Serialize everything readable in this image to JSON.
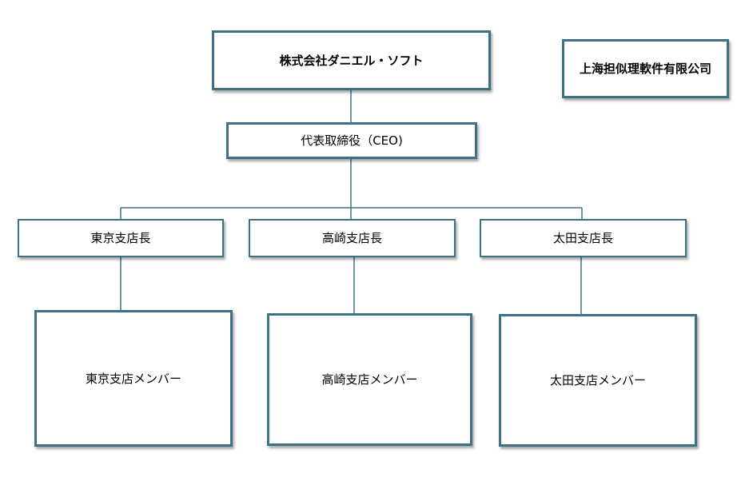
{
  "company": {
    "name": "株式会社ダニエル・ソフト"
  },
  "partner": {
    "name": "上海担似理軟件有限公司"
  },
  "ceo": {
    "title": "代表取締役（CEO)"
  },
  "branches": [
    {
      "manager": "東京支店長",
      "members": "東京支店メンバー"
    },
    {
      "manager": "高崎支店長",
      "members": "高崎支店メンバー"
    },
    {
      "manager": "太田支店長",
      "members": "太田支店メンバー"
    }
  ],
  "colors": {
    "border": "#3d7284",
    "connector": "#3d7284"
  }
}
